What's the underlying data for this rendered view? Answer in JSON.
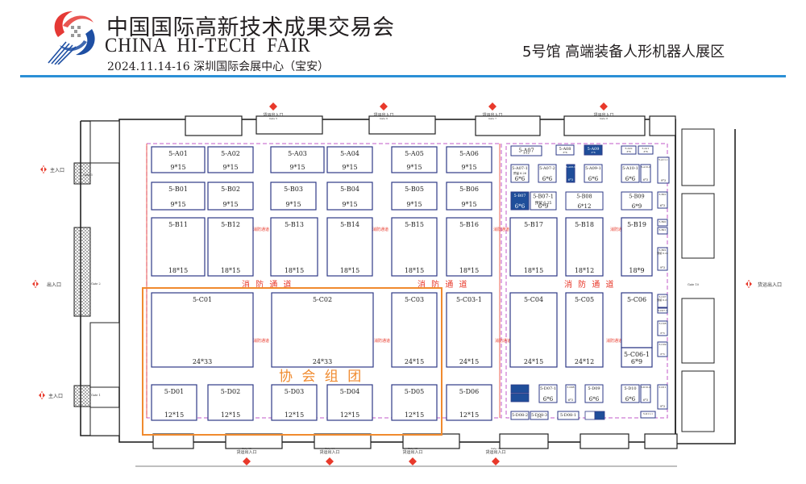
{
  "header": {
    "title_cn": "中国国际高新技术成果交易会",
    "title_en": "CHINA  HI-TECH  FAIR",
    "date_venue": "2024.11.14-16 深圳国际会展中心（宝安）",
    "hall_title": "5号馆  高端装备人形机器人展区",
    "accent_color": "#2b8fd6"
  },
  "labels": {
    "fire_lane": "消防通道",
    "fire_lane_spaced": "消 防 通 道",
    "group_zone": "协 会 组 团",
    "main_entrance": "主入口",
    "exit_entrance": "出入口",
    "cargo_entrance": "货运出入口"
  },
  "colors": {
    "booth_border": "#2e3a87",
    "highlight_booth": "#1f4e9a",
    "fire_lane": "#e8392b",
    "group_zone": "#f08a2e",
    "dashed_zone": "#c05ac8",
    "wall": "#222222"
  },
  "gates": {
    "top": [
      "Gate 5",
      "Gate 6",
      "Gate 7",
      "Gate 8"
    ],
    "bottom": [
      "Gate 15",
      "Gate 14",
      "Gate 13",
      "Gate 12"
    ],
    "left": [
      "Gate 3",
      "Gate 2",
      "Gate 1"
    ],
    "right": [
      "Gate 10"
    ]
  },
  "booths": {
    "large": [
      {
        "id": "5-A01",
        "size": "9*15"
      },
      {
        "id": "5-A02",
        "size": "9*15"
      },
      {
        "id": "5-A03",
        "size": "9*15"
      },
      {
        "id": "5-A04",
        "size": "9*15"
      },
      {
        "id": "5-A05",
        "size": "9*15"
      },
      {
        "id": "5-A06",
        "size": "9*15"
      },
      {
        "id": "5-B01",
        "size": "9*15"
      },
      {
        "id": "5-B02",
        "size": "9*15"
      },
      {
        "id": "5-B03",
        "size": "9*15"
      },
      {
        "id": "5-B04",
        "size": "9*15"
      },
      {
        "id": "5-B05",
        "size": "9*15"
      },
      {
        "id": "5-B06",
        "size": "9*15"
      },
      {
        "id": "5-B11",
        "size": "18*15"
      },
      {
        "id": "5-B12",
        "size": "18*15"
      },
      {
        "id": "5-B13",
        "size": "18*15"
      },
      {
        "id": "5-B14",
        "size": "18*15"
      },
      {
        "id": "5-B15",
        "size": "18*15"
      },
      {
        "id": "5-B16",
        "size": "18*15"
      },
      {
        "id": "5-B17",
        "size": "18*15"
      },
      {
        "id": "5-B18",
        "size": "18*12"
      },
      {
        "id": "5-B19",
        "size": "18*9"
      },
      {
        "id": "5-C01",
        "size": "24*33"
      },
      {
        "id": "5-C02",
        "size": "24*33"
      },
      {
        "id": "5-C03",
        "size": "24*15"
      },
      {
        "id": "5-C03-1",
        "size": "24*15"
      },
      {
        "id": "5-C04",
        "size": "24*15"
      },
      {
        "id": "5-C05",
        "size": "24*12"
      },
      {
        "id": "5-C06",
        "size": ""
      },
      {
        "id": "5-C06-1",
        "size": "6*9"
      },
      {
        "id": "5-D01",
        "size": "12*15"
      },
      {
        "id": "5-D02",
        "size": "12*15"
      },
      {
        "id": "5-D03",
        "size": "12*15"
      },
      {
        "id": "5-D04",
        "size": "12*15"
      },
      {
        "id": "5-D05",
        "size": "12*15"
      },
      {
        "id": "5-D06",
        "size": "12*15"
      }
    ],
    "small": [
      {
        "id": "5-A07",
        "size": "3*12"
      },
      {
        "id": "5-A08",
        "size": "3*6"
      },
      {
        "id": "5-A09",
        "size": "3*6"
      },
      {
        "id": "5-A10",
        "size": "3*6"
      },
      {
        "id": "5-A11",
        "size": "3*6"
      },
      {
        "id": "5-A07-1",
        "size": "6*6",
        "note": "预留 6.26"
      },
      {
        "id": "5-A07-2",
        "size": "6*6"
      },
      {
        "id": "5-A08-1",
        "size": "6*3"
      },
      {
        "id": "5-A09-1",
        "size": "6*6"
      },
      {
        "id": "5-A10-1",
        "size": "6*6"
      },
      {
        "id": "5-A10-2",
        "size": "6*3"
      },
      {
        "id": "5-A11-1",
        "size": "9*3"
      },
      {
        "id": "5-B07",
        "size": "6*6"
      },
      {
        "id": "5-B07-1",
        "size": "6*9",
        "note": "预留 6.25"
      },
      {
        "id": "5-B08",
        "size": "6*12"
      },
      {
        "id": "5-B09",
        "size": "6*9"
      },
      {
        "id": "5-B10",
        "size": "6*3"
      },
      {
        "id": "5-B20",
        "size": ""
      },
      {
        "id": "5-B21",
        "size": ""
      },
      {
        "id": "5-B22",
        "size": "9*3",
        "note": "预留 6.23"
      },
      {
        "id": "5-C07",
        "size": "",
        "note": "预留 6.21"
      },
      {
        "id": "5-C07-1",
        "size": ""
      },
      {
        "id": "5-C08",
        "size": "6*3"
      },
      {
        "id": "5-C09",
        "size": "6*3"
      },
      {
        "id": "5-D07-1",
        "size": "6*6"
      },
      {
        "id": "5-D08",
        "size": "6*3"
      },
      {
        "id": "5-D09",
        "size": "6*6"
      },
      {
        "id": "5-D10",
        "size": "6*6"
      },
      {
        "id": "5-D10-2",
        "size": "6*3"
      },
      {
        "id": "5-D11",
        "size": "9*3"
      },
      {
        "id": "5-D08-2",
        "size": ""
      },
      {
        "id": "5-D08-3",
        "size": "3*6"
      },
      {
        "id": "5-D08-1",
        "size": ""
      },
      {
        "id": "5-D11-1",
        "size": "3*6"
      }
    ]
  }
}
